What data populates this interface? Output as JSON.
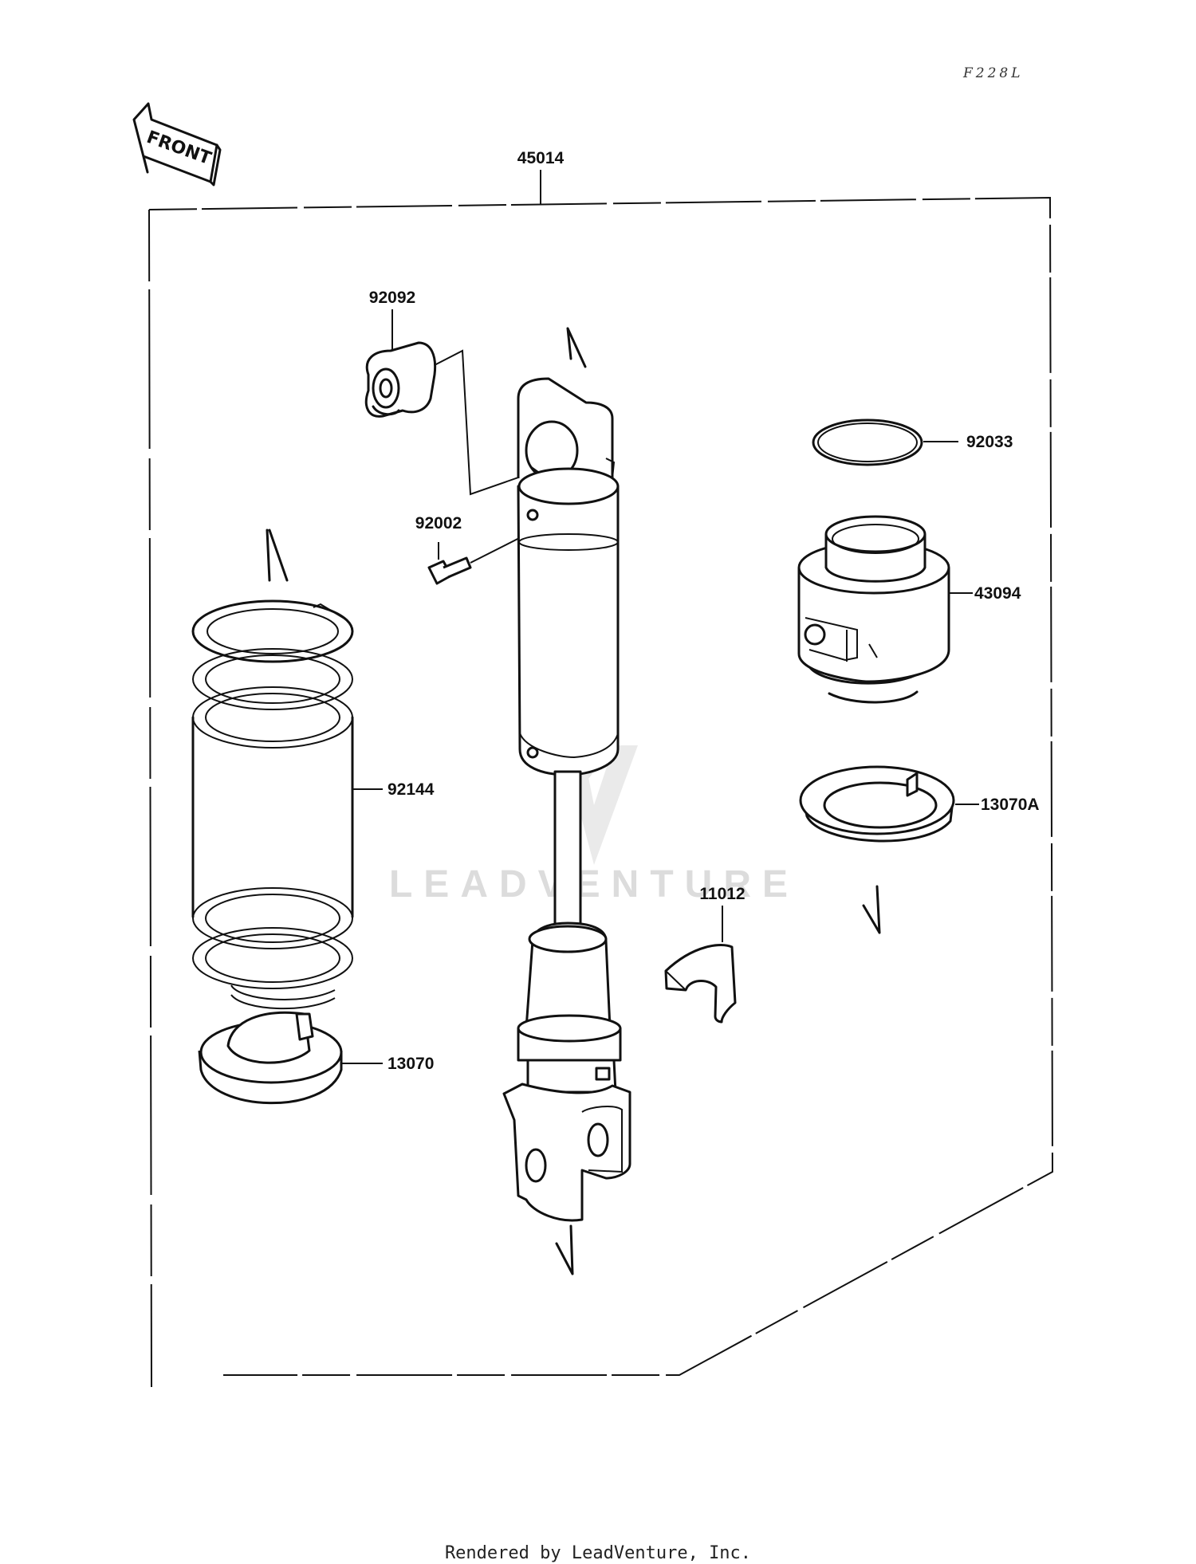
{
  "drawing_code": "F228L",
  "front_arrow_label": "FRONT",
  "assembly_label": "45014",
  "parts": {
    "p92092": "92092",
    "p92002": "92002",
    "p92033": "92033",
    "p43094": "43094",
    "p92144": "92144",
    "p13070A": "13070A",
    "p11012": "11012",
    "p13070": "13070"
  },
  "watermark_text": "LEADVENTURE",
  "footer_text": "Rendered by LeadVenture, Inc."
}
